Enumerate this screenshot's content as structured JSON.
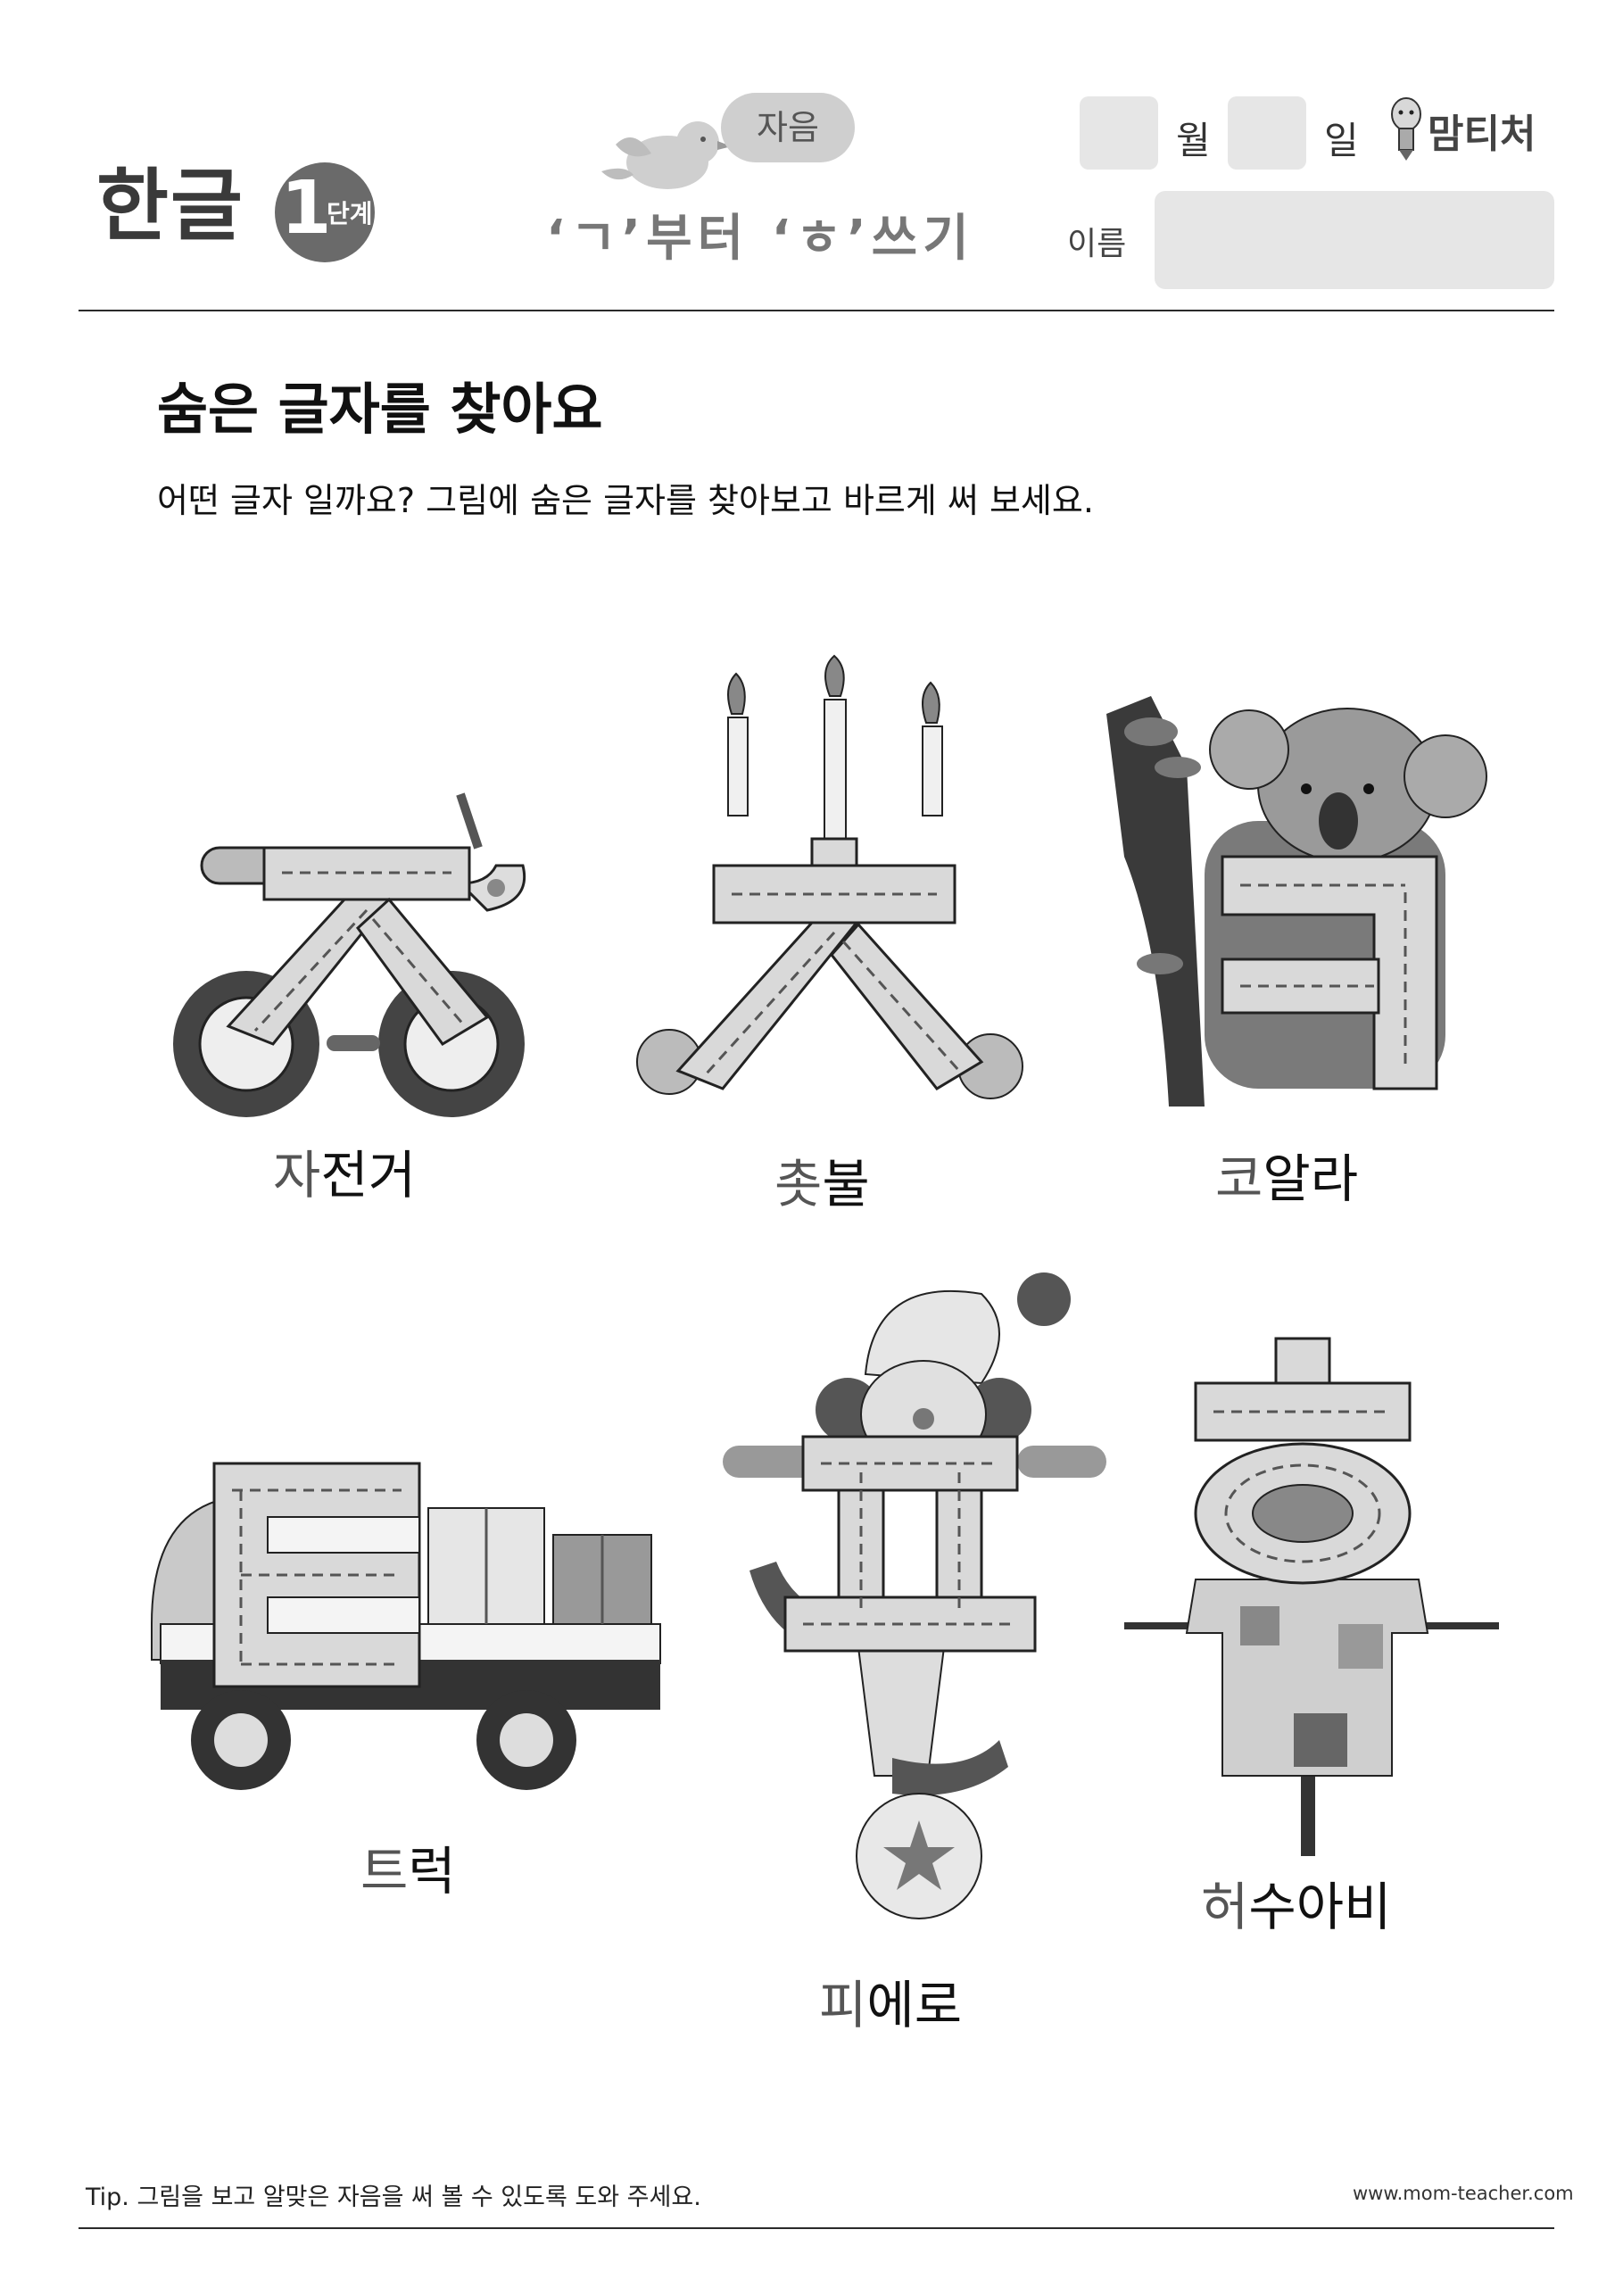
{
  "header": {
    "brand": "한글",
    "level_number": "1",
    "level_word": "단계",
    "category": "자음",
    "subtitle": "‘ㄱ’부터 ‘ㅎ’쓰기",
    "month_label": "월",
    "day_label": "일",
    "logo_text": "맘티처",
    "name_label": "이름"
  },
  "main": {
    "title": "숨은 글자를 찾아요",
    "instruction": "어떤 글자 일까요? 그림에 숨은 글자를 찾아보고 바르게 써 보세요."
  },
  "items": [
    {
      "letter": "ㅈ",
      "word_first": "자",
      "word_rest": "전거",
      "icon": "bicycle-icon"
    },
    {
      "letter": "ㅊ",
      "word_first": "촛",
      "word_rest": "불",
      "icon": "candle-icon"
    },
    {
      "letter": "ㅋ",
      "word_first": "코",
      "word_rest": "알라",
      "icon": "koala-icon"
    },
    {
      "letter": "ㅌ",
      "word_first": "트",
      "word_rest": "럭",
      "icon": "truck-icon"
    },
    {
      "letter": "ㅍ",
      "word_first": "피",
      "word_rest": "에로",
      "icon": "clown-icon"
    },
    {
      "letter": "ㅎ",
      "word_first": "허",
      "word_rest": "수아비",
      "icon": "scarecrow-icon"
    }
  ],
  "footer": {
    "tip": "Tip. 그림을 보고 알맞은 자음을 써 볼 수 있도록 도와 주세요.",
    "website": "www.mom-teacher.com"
  }
}
